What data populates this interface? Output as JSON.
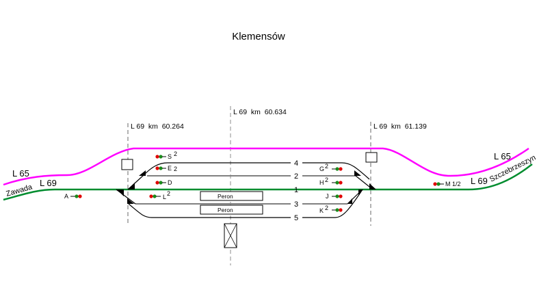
{
  "title": "Klemensów",
  "colors": {
    "line_65": "#ff00ff",
    "line_69": "#008c2e",
    "track_main": "#000000",
    "track_side": "#808080",
    "km_marker": "#808080",
    "signal_red": "#e00000",
    "signal_green": "#1a8a1a"
  },
  "km_markers": [
    {
      "label": "L 69  km  60.264"
    },
    {
      "label": "L 69  km  60.634"
    },
    {
      "label": "L 69  km  61.139"
    }
  ],
  "lines": {
    "left_l65": "L 65",
    "left_l69": "L 69",
    "left_direction": "Zawada",
    "right_l65": "L 65",
    "right_l69": "L 69",
    "right_direction": "Szczebrzeszyn"
  },
  "tracks": [
    {
      "number": "4"
    },
    {
      "number": "2"
    },
    {
      "number": "1"
    },
    {
      "number": "3"
    },
    {
      "number": "5"
    }
  ],
  "signals": {
    "A": {
      "name": "A",
      "sup": ""
    },
    "S": {
      "name": "S",
      "sup": "2"
    },
    "E": {
      "name": "E",
      "sup": "2"
    },
    "D": {
      "name": "D",
      "sup": ""
    },
    "L": {
      "name": "L",
      "sup": "2"
    },
    "G": {
      "name": "G",
      "sup": "2"
    },
    "H": {
      "name": "H",
      "sup": "2"
    },
    "J": {
      "name": "J",
      "sup": ""
    },
    "K": {
      "name": "K",
      "sup": "2"
    },
    "M": {
      "name": "M 1/2",
      "sup": ""
    }
  },
  "platforms": [
    {
      "label": "Peron"
    },
    {
      "label": "Peron"
    }
  ]
}
